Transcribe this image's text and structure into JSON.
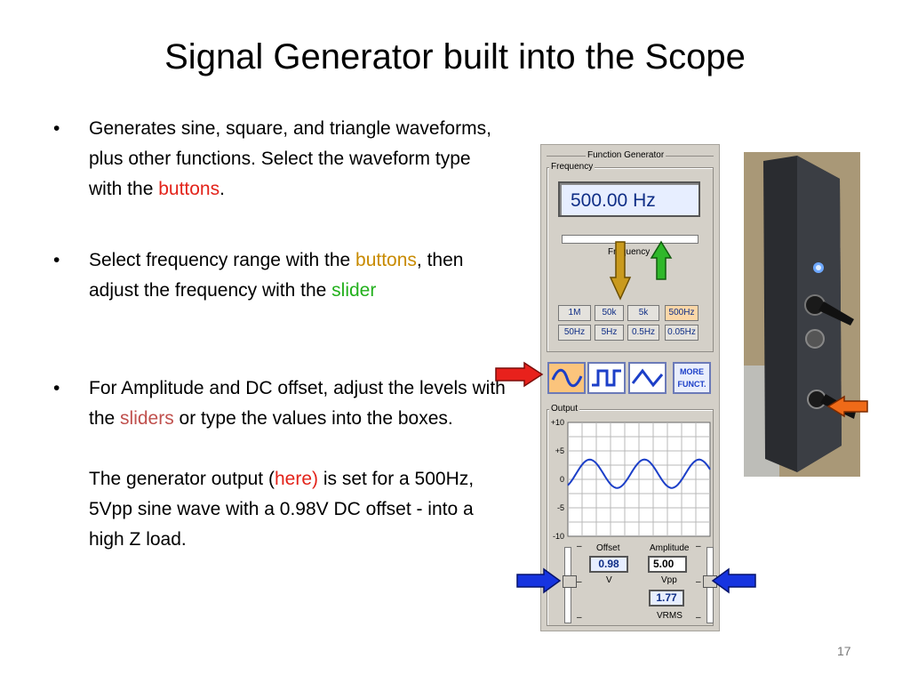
{
  "title": "Signal Generator built into the Scope",
  "bullets": [
    {
      "dot": "•",
      "pre": "Generates sine, square, and triangle waveforms, plus other functions. Select the waveform type with the ",
      "hl": "buttons",
      "post": "."
    },
    {
      "dot": "•",
      "pre": "Select frequency range with the ",
      "hl1": "buttons",
      "mid": ", then adjust the frequency with the ",
      "hl2": "slider"
    },
    {
      "dot": "•",
      "pre": "For Amplitude and DC offset, adjust the levels with the ",
      "hl": "sliders",
      "post": " or type the values into the boxes.",
      "para2_pre": "The generator output (",
      "para2_hl": "here)",
      "para2_post": " is set for a 500Hz, 5Vpp sine wave with a 0.98V DC offset - into a high Z load."
    }
  ],
  "panel": {
    "title": "Function Generator",
    "frequency_group": "Frequency",
    "frequency_value": "500.00 Hz",
    "slider_label": "Frequency",
    "range_row1": [
      "1M",
      "50k",
      "5k",
      "500Hz"
    ],
    "range_row2": [
      "50Hz",
      "5Hz",
      "0.5Hz",
      "0.05Hz"
    ],
    "active_range": "500Hz",
    "more_line1": "MORE",
    "more_line2": "FUNCT.",
    "output_group": "Output",
    "y_ticks": [
      "+10",
      "+5",
      "0",
      "-5",
      "-10"
    ],
    "offset_label": "Offset",
    "offset_value": "0.98",
    "offset_unit": "V",
    "amplitude_label": "Amplitude",
    "amplitude_value": "5.00",
    "amplitude_unit": "Vpp",
    "vrms_value": "1.77",
    "vrms_unit": "VRMS",
    "slider_mark_top": "–",
    "slider_mark_mid": "–",
    "slider_mark_bot": "–"
  },
  "colors": {
    "arrow_red": "#e8211c",
    "arrow_green": "#2fb82a",
    "arrow_gold": "#c99a1e",
    "arrow_blue": "#1634e0",
    "arrow_orange": "#ef6a18",
    "wave": "#1c3fc8"
  },
  "page_number": "17"
}
